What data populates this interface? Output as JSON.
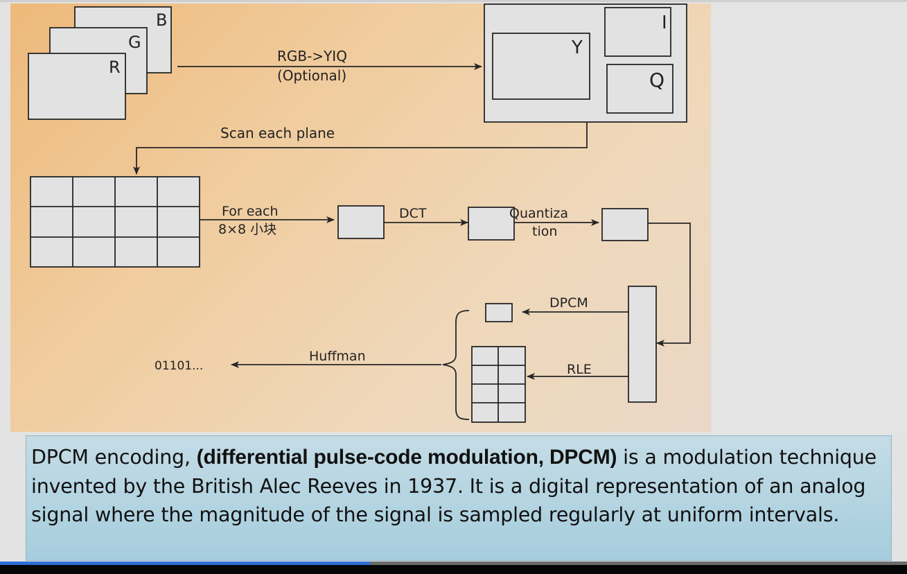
{
  "diagram": {
    "planes": {
      "b": "B",
      "g": "G",
      "r": "R"
    },
    "conversion_label_1": "RGB->YIQ",
    "conversion_label_2": "(Optional)",
    "yiq": {
      "y": "Y",
      "i": "I",
      "q": "Q"
    },
    "scan_label": "Scan each plane",
    "block_label_1": "For each",
    "block_label_2": "8×8 小块",
    "dct_label": "DCT",
    "quant_label_1": "Quantiza",
    "quant_label_2": "tion",
    "dpcm_label": "DPCM",
    "rle_label": "RLE",
    "huffman_label": "Huffman",
    "output_bits": "01101..."
  },
  "caption": {
    "lead": "DPCM encoding, ",
    "bold": "(differential pulse-code modulation, DPCM)",
    "rest": " is a modulation technique invented by the British Alec Reeves in 1937. It is a digital representation of an analog signal where the magnitude of the signal is sampled regularly at uniform intervals."
  },
  "playback": {
    "progress": 0.408
  },
  "colors": {
    "caption_bg": "#a6cddd",
    "panel_bg": "#f0cc9e",
    "progress": "#2d6fd6"
  }
}
